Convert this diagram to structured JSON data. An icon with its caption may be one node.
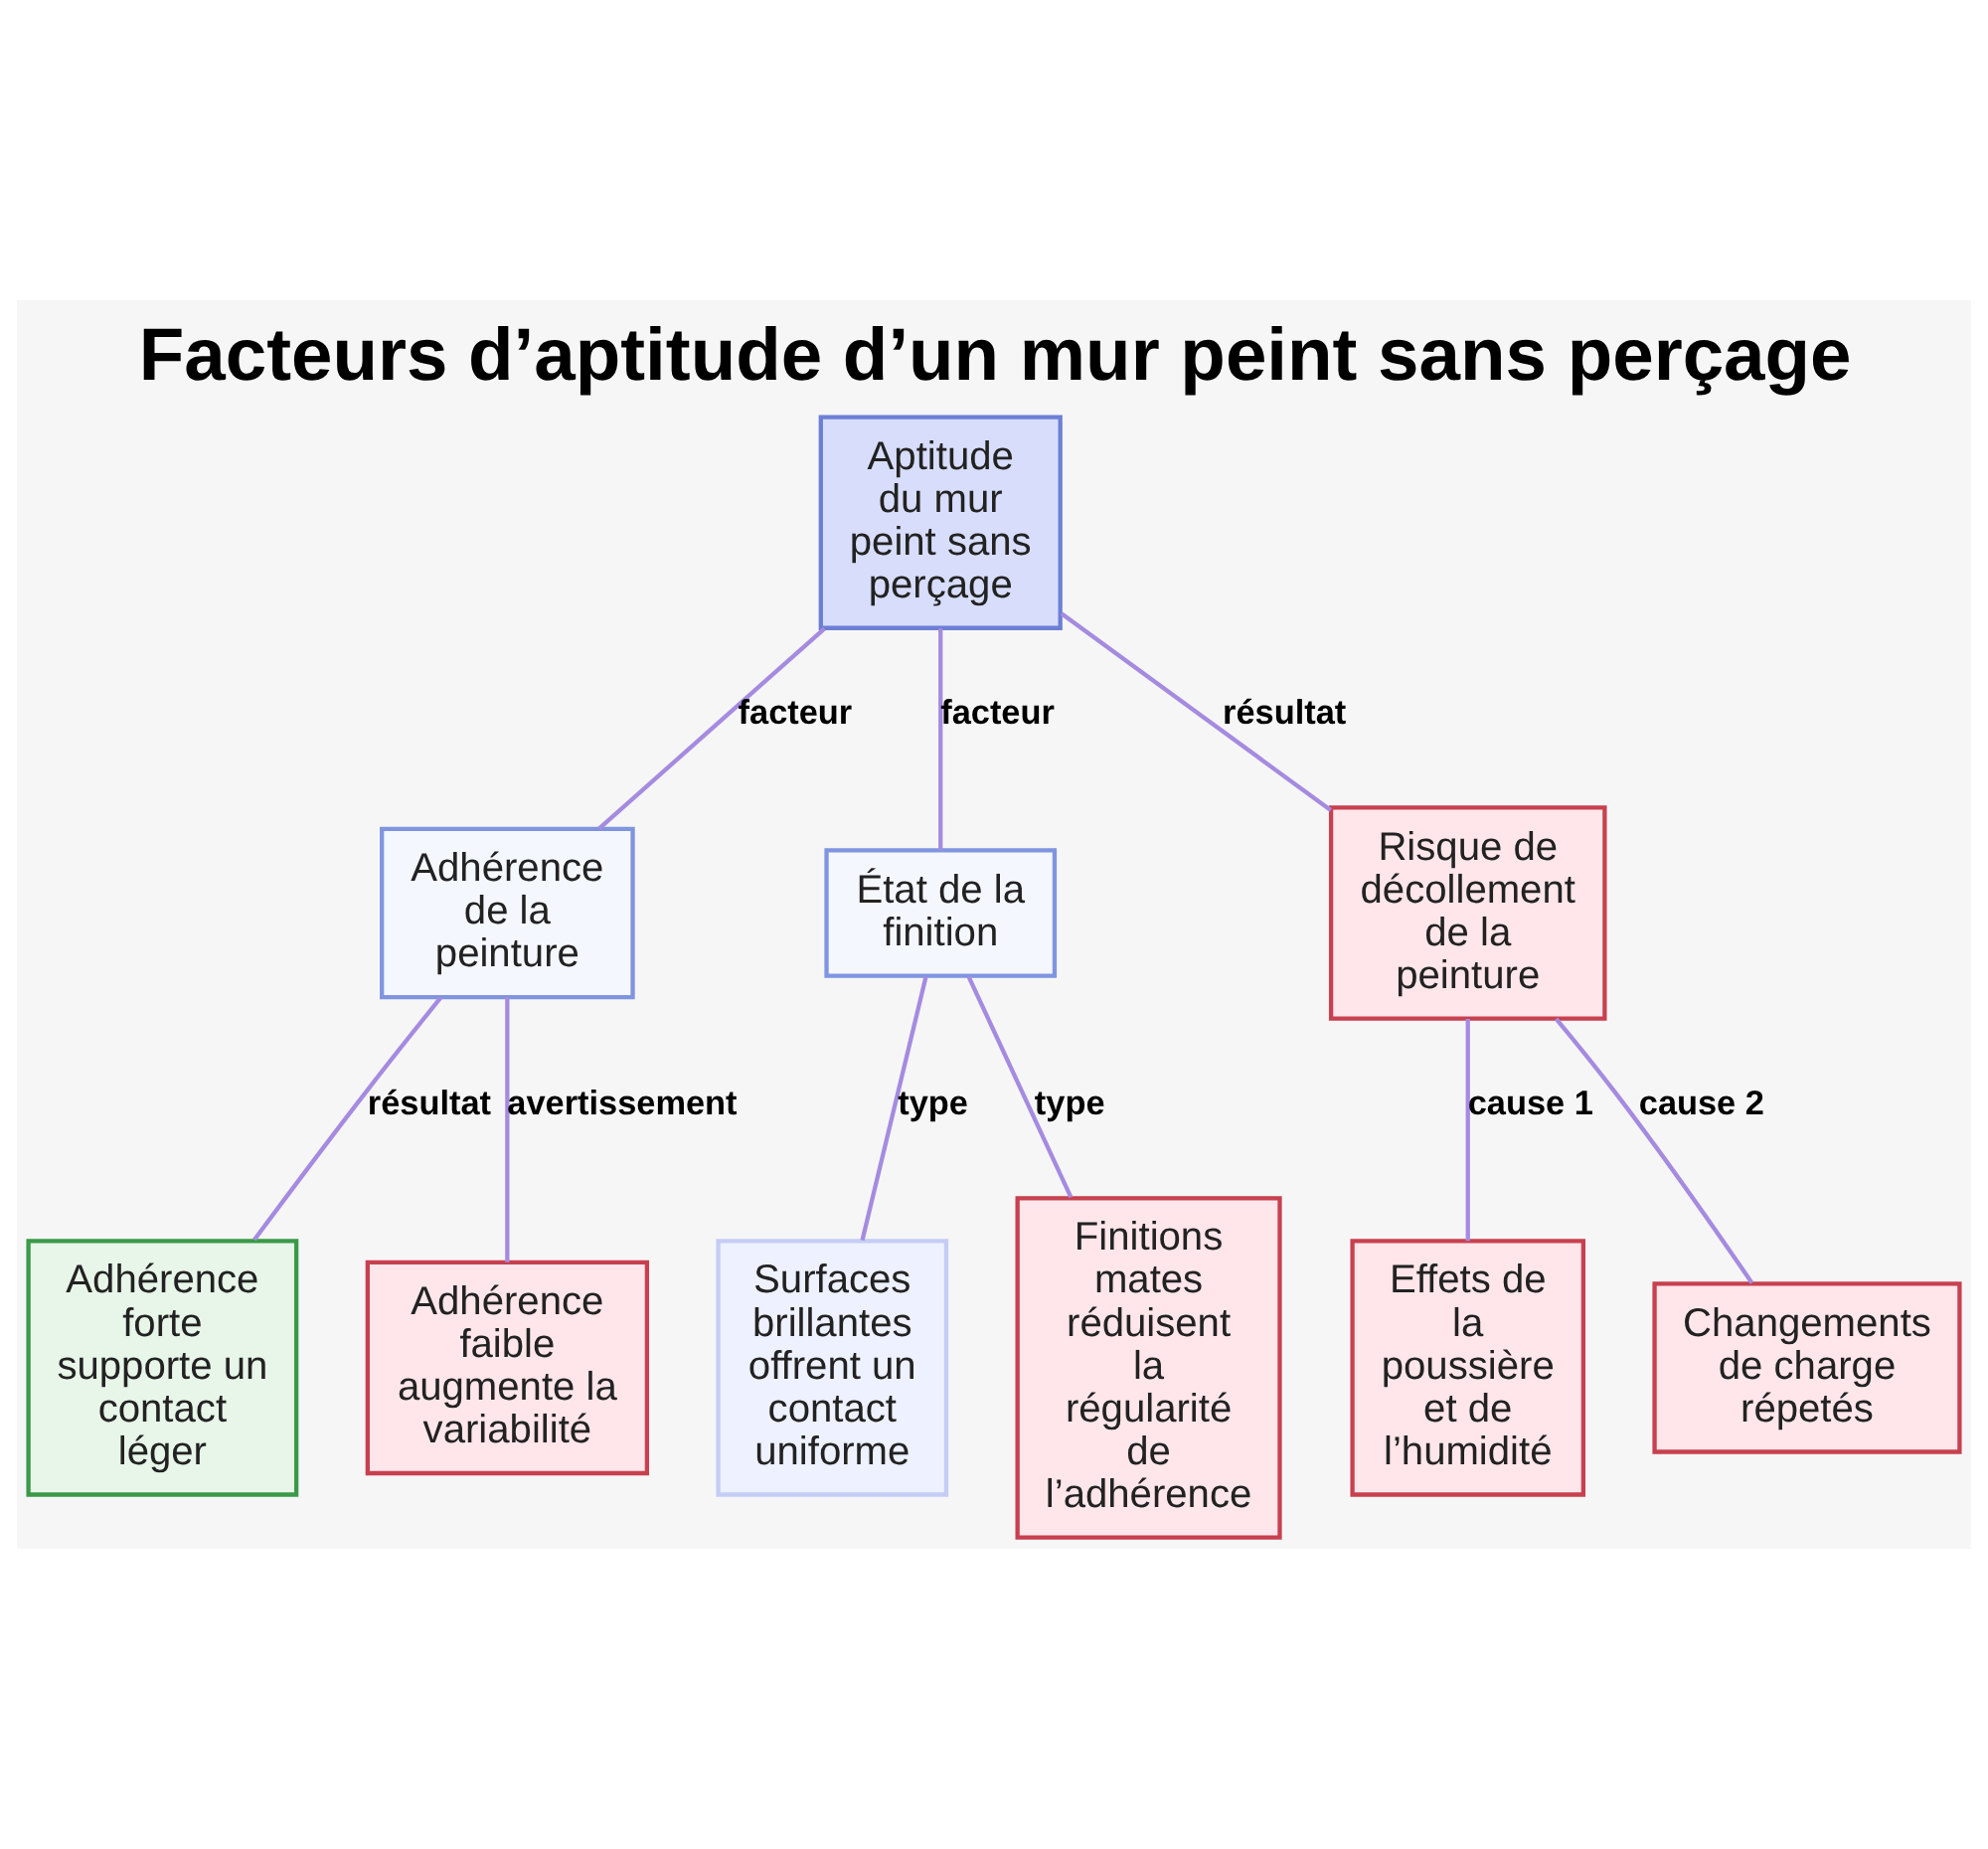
{
  "diagram": {
    "title": "Facteurs d’aptitude d’un mur peint sans perçage",
    "nodes": [
      {
        "text": [
          "Aptitude du mur peint sans perçage"
        ]
      },
      {
        "text": [
          "Adhérence de la peinture"
        ]
      },
      {
        "text": [
          "État de la finition"
        ]
      },
      {
        "text": [
          "Risque de décollement de la peinture"
        ]
      },
      {
        "text": [
          "Adhérence forte supporte un contact léger"
        ]
      },
      {
        "text": [
          "Adhérence faible augmente la variabilité"
        ]
      },
      {
        "text": [
          "Surfaces brillantes offrent un contact uniforme"
        ]
      },
      {
        "text": [
          "Finitions mates réduisent la régularité de l’adhérence"
        ]
      },
      {
        "text": [
          "Effets de la poussière et de l’humidité"
        ]
      },
      {
        "text": [
          "Changements de charge répetés"
        ]
      }
    ],
    "edges": [
      {
        "from": 0,
        "to": 1,
        "arrow": "none",
        "label": "facteur"
      },
      {
        "from": 0,
        "to": 2,
        "arrow": "none",
        "label": "facteur"
      },
      {
        "from": 0,
        "to": 3,
        "arrow": "none",
        "label": "résultat"
      },
      {
        "from": 1,
        "to": 4,
        "arrow": "none",
        "label": "résultat"
      },
      {
        "from": 1,
        "to": 5,
        "arrow": "none",
        "label": "avertissement"
      },
      {
        "from": 2,
        "to": 6,
        "arrow": "none",
        "label": "type"
      },
      {
        "from": 2,
        "to": 7,
        "arrow": "none",
        "label": "type"
      },
      {
        "from": 3,
        "to": 8,
        "arrow": "none",
        "label": "cause 1"
      },
      {
        "from": 3,
        "to": 9,
        "arrow": "none",
        "label": "cause 2"
      }
    ]
  }
}
